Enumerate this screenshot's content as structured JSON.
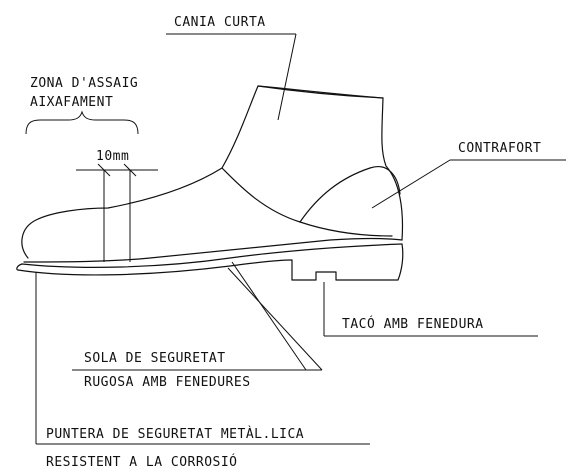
{
  "labels": {
    "cania_curta": "CANIA CURTA",
    "zona_line1": "ZONA D'ASSAIG",
    "zona_line2": "AIXAFAMENT",
    "dimension": "10mm",
    "contrafort": "CONTRAFORT",
    "taco": "TACÓ AMB FENEDURA",
    "sola_line1": "SOLA DE SEGURETAT",
    "sola_line2": "RUGOSA AMB FENEDURES",
    "puntera_line1": "PUNTERA DE SEGURETAT METÀL.LICA",
    "puntera_line2": "RESISTENT A LA CORROSIÓ"
  },
  "colors": {
    "ink": "#111111",
    "background": "#ffffff"
  }
}
